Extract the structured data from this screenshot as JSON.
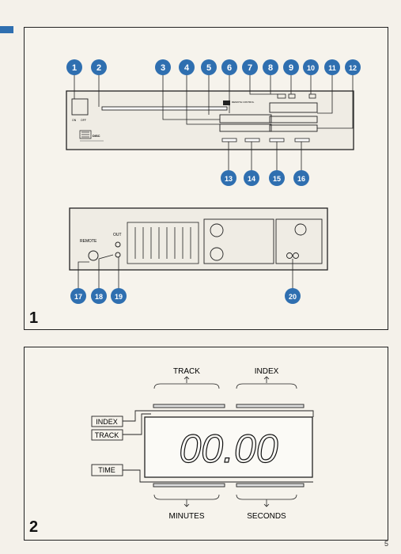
{
  "page": {
    "number": "5"
  },
  "figure1": {
    "number": "1",
    "callouts": [
      "1",
      "2",
      "3",
      "4",
      "5",
      "6",
      "7",
      "8",
      "9",
      "10",
      "11",
      "12",
      "13",
      "14",
      "15",
      "16",
      "17",
      "18",
      "19",
      "20"
    ],
    "front_panel_text": {
      "power_on": "ON",
      "power_off": "OFF",
      "remote_label": "REMOTE CONTROL"
    },
    "rear_panel_text": {
      "remote": "REMOTE",
      "out": "OUT"
    },
    "accent_color": "#2f6fb0"
  },
  "figure2": {
    "number": "2",
    "labels": {
      "track_top": "TRACK",
      "index_top": "INDEX",
      "index_left": "INDEX",
      "track_left": "TRACK",
      "time_left": "TIME",
      "minutes": "MINUTES",
      "seconds": "SECONDS"
    },
    "display_value": "00.00"
  }
}
